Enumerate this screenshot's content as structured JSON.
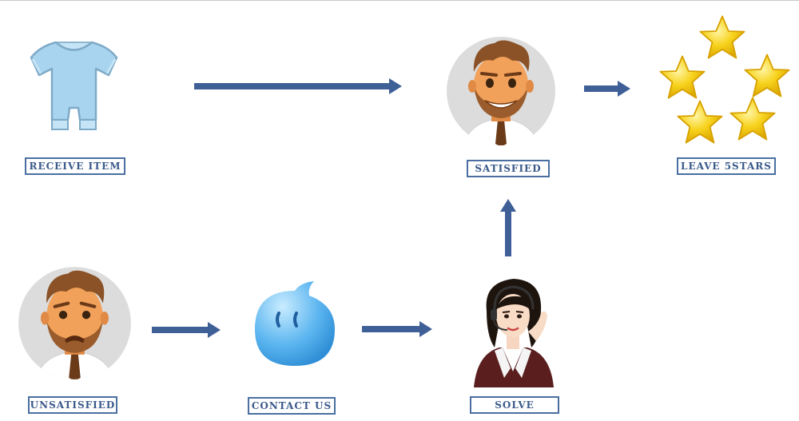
{
  "labels": {
    "receive_item": "RECEIVE ITEM",
    "satisfied": "SATISFIED",
    "leave_stars": "LEAVE 5STARS",
    "unsatisfied": "UNSATISFIED",
    "contact_us": "CONTACT US",
    "solve": "SOLVE"
  },
  "colors": {
    "arrow": "#3f5f97",
    "label_border": "#4a6fa0",
    "label_text": "#3a5a8a",
    "onesie": "#a9d4ef",
    "bubble": "#5db6f0",
    "star": "#f7d21c",
    "skin": "#f2a15a",
    "hair": "#8a5226",
    "avatar_bg": "#dcdcdc"
  },
  "icons": [
    "onesie-icon",
    "happy-man-icon",
    "stars-icon",
    "sad-man-icon",
    "chat-bubble-icon",
    "support-agent-icon"
  ]
}
